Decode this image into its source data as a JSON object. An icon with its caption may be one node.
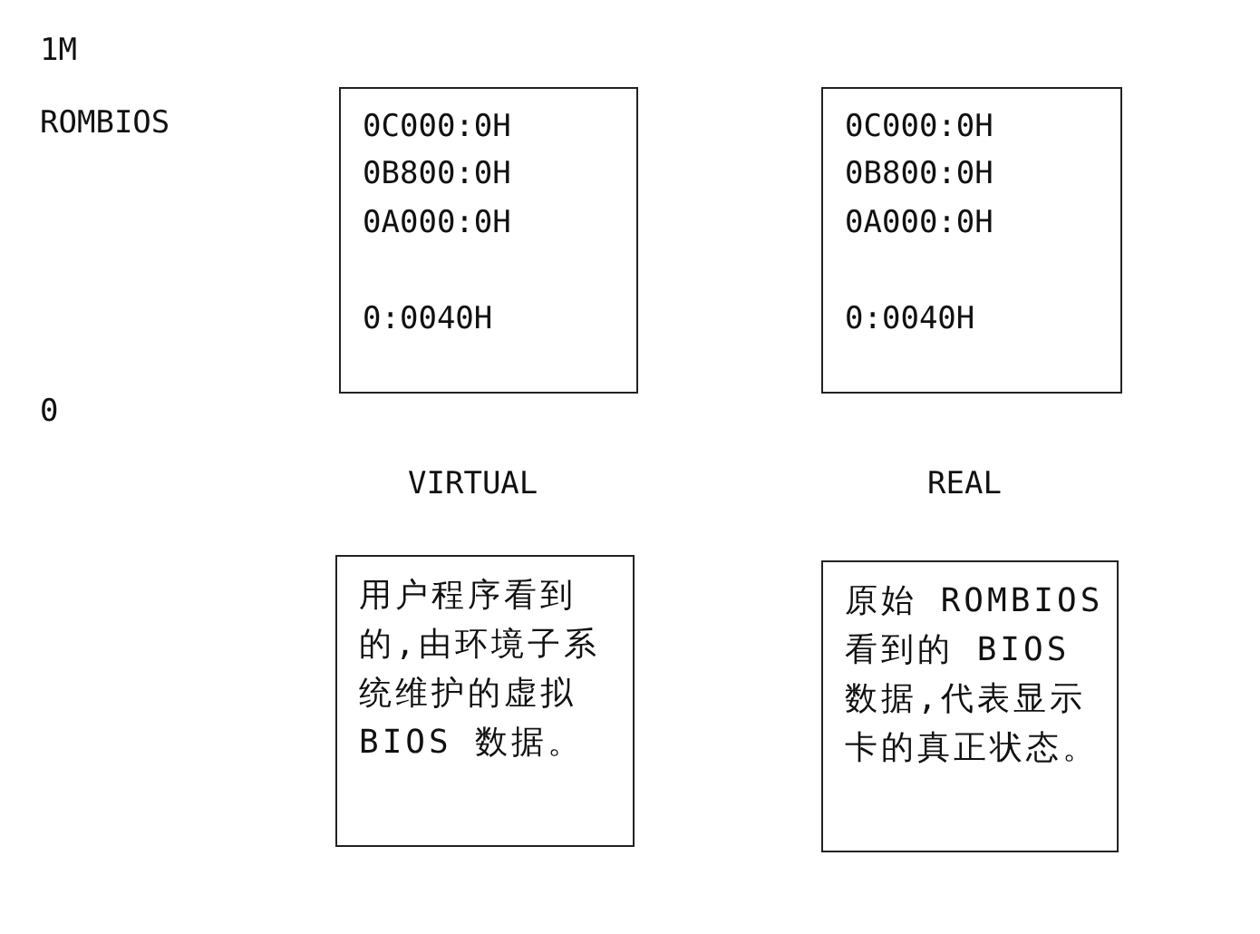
{
  "diagram": {
    "nodes": [
      {
        "text": [
          "0C000:0H",
          "0B800:0H",
          "0A000:0H",
          "0:0040H"
        ],
        "beside": [
          "VIRTUAL"
        ]
      },
      {
        "text": [
          "0C000:0H",
          "0B800:0H",
          "0A000:0H",
          "0:0040H"
        ],
        "beside": [
          "REAL"
        ]
      },
      {
        "text": [
          "用户程序看到的,由环境子系统维护的虚拟BIOS 数据。"
        ]
      },
      {
        "text": [
          "原始 ROMBIOS 看到的 BIOS 数据,代表显示卡的真正状态。"
        ]
      }
    ],
    "labels": [
      "1M",
      "ROMBIOS",
      "0"
    ]
  }
}
